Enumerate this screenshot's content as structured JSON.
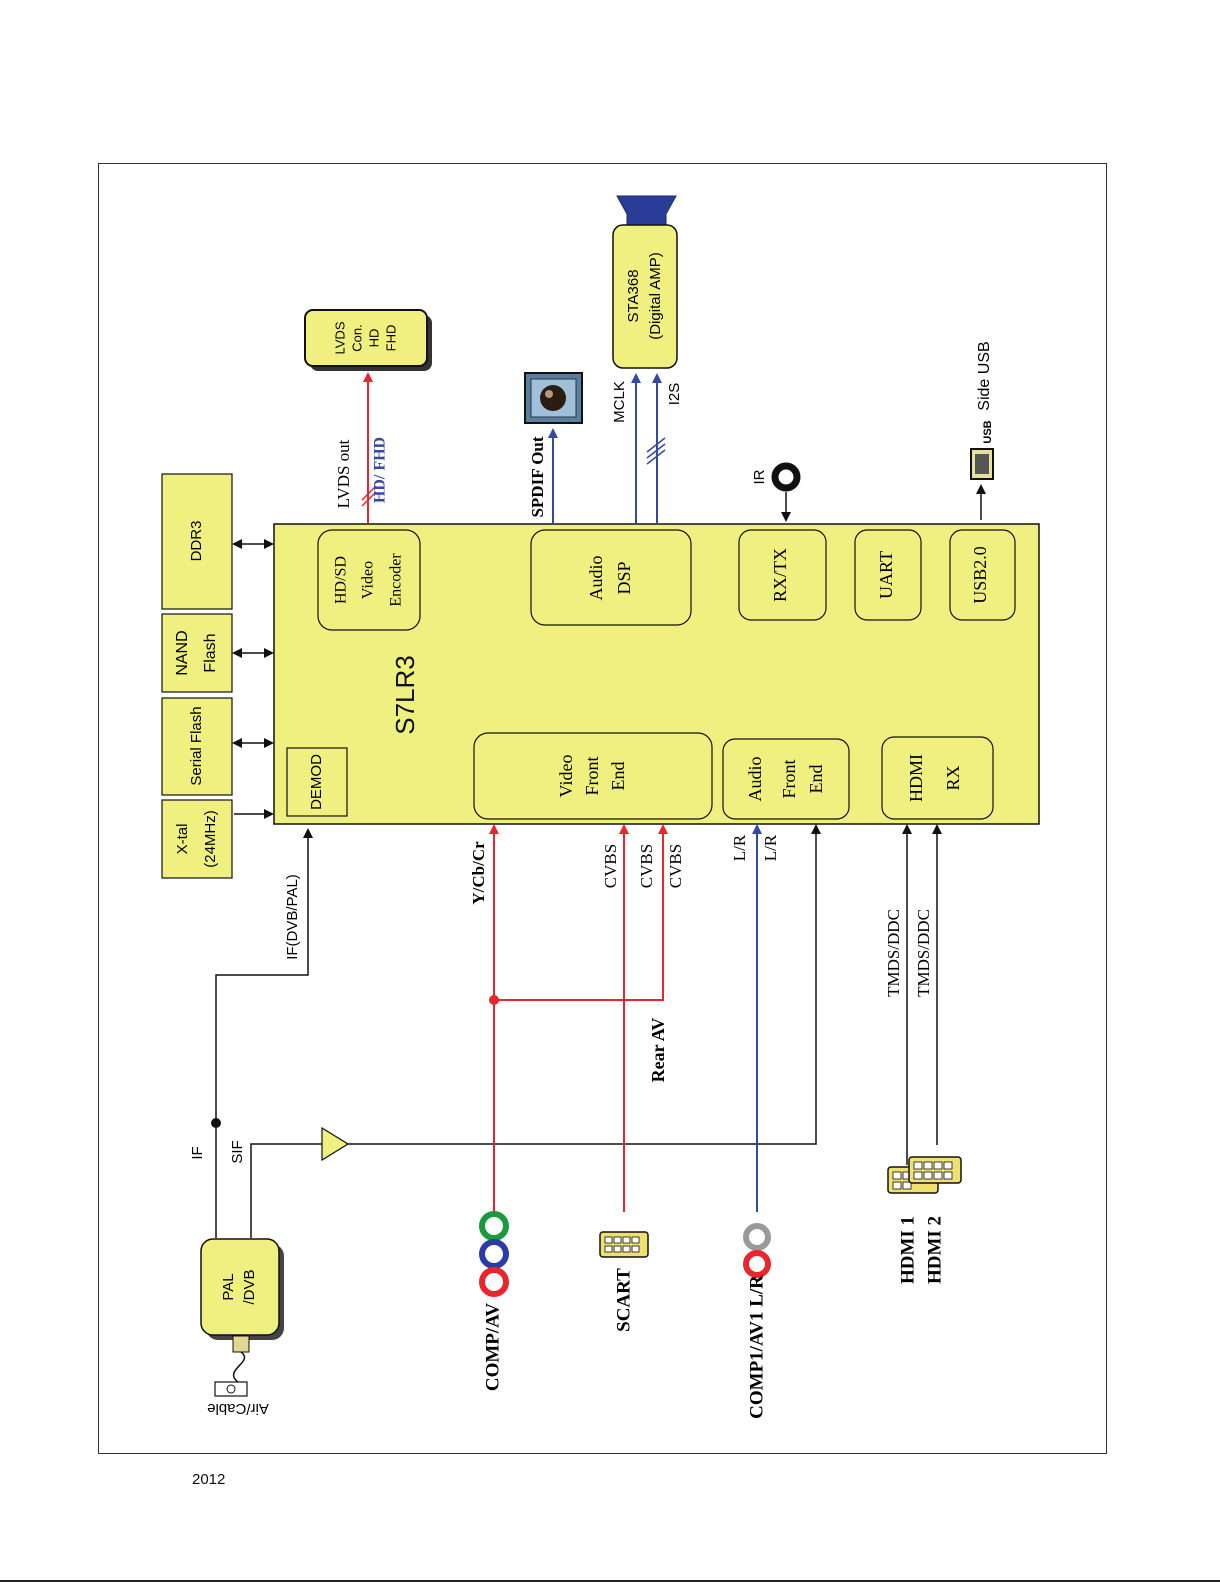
{
  "footer": {
    "year": "2012"
  },
  "colors": {
    "block_fill": "#f0f080",
    "red": "#e8262c",
    "blue": "#3448a8",
    "black": "#111111"
  },
  "main_chip": {
    "label": "S7LR3"
  },
  "blocks": {
    "ddr3": "DDR3",
    "nand_line1": "NAND",
    "nand_line2": "Flash",
    "serial_flash": "Serial Flash",
    "xtal_line1": "X-tal",
    "xtal_line2": "(24MHz)",
    "demod": "DEMOD",
    "video_encoder_line1": "HD/SD",
    "video_encoder_line2": "Video",
    "video_encoder_line3": "Encoder",
    "audio_dsp_line1": "Audio",
    "audio_dsp_line2": "DSP",
    "rxtx": "RX/TX",
    "uart": "UART",
    "usb20": "USB2.0",
    "video_fe_line1": "Video",
    "video_fe_line2": "Front",
    "video_fe_line3": "End",
    "audio_fe_line1": "Audio",
    "audio_fe_line2": "Front",
    "audio_fe_line3": "End",
    "hdmi_rx_line1": "HDMI",
    "hdmi_rx_line2": "RX",
    "lvds_line1": "LVDS",
    "lvds_line2": "Con.",
    "lvds_line3": "HD",
    "lvds_line4": "FHD",
    "amp_line1": "STA368",
    "amp_line2": "(Digital AMP)",
    "tuner_line1": "PAL",
    "tuner_line2": "/DVB"
  },
  "signals": {
    "lvds_out": "LVDS out",
    "hd_fhd": "HD/ FHD",
    "spdif_out": "SPDIF Out",
    "mclk": "MCLK",
    "i2s": "I2S",
    "ir": "IR",
    "side_usb": "Side USB",
    "usb_logo": "USB",
    "if_dvb_pal": "IF(DVB/PAL)",
    "if": "IF",
    "sif": "SIF",
    "ycbcr": "Y/Cb/Cr",
    "cvbs1": "CVBS",
    "cvbs2": "CVBS",
    "cvbs3": "CVBS",
    "lr1": "L/R",
    "lr2": "L/R",
    "tmds1": "TMDS/DDC",
    "tmds2": "TMDS/DDC",
    "rear_av": "Rear AV"
  },
  "connectors": {
    "air_cable": "Air/Cable",
    "comp_av": "COMP/AV",
    "scart": "SCART",
    "comp1_av1": "COMP1/AV1 L/R",
    "hdmi1": "HDMI 1",
    "hdmi2": "HDMI 2"
  }
}
